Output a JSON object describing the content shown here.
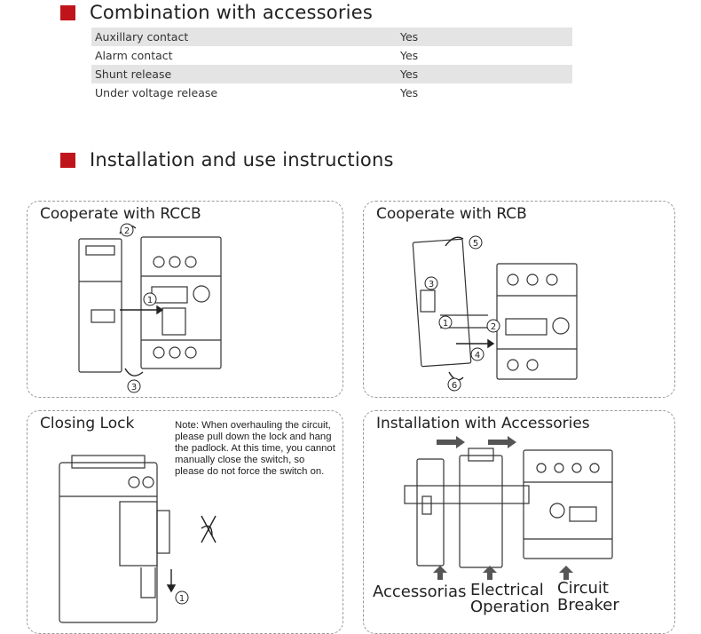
{
  "section1": {
    "title": "Combination with accessories"
  },
  "spec_table": [
    {
      "name": "Auxillary contact",
      "value": "Yes"
    },
    {
      "name": "Alarm contact",
      "value": "Yes"
    },
    {
      "name": "Shunt release",
      "value": "Yes"
    },
    {
      "name": "Under voltage release",
      "value": "Yes"
    }
  ],
  "section2": {
    "title": "Installation and use instructions"
  },
  "panels": {
    "rccb": {
      "title": "Cooperate with RCCB",
      "steps": [
        "1",
        "2",
        "3"
      ]
    },
    "rcb": {
      "title": "Cooperate with RCB",
      "steps": [
        "1",
        "2",
        "3",
        "4",
        "5",
        "6"
      ]
    },
    "lock": {
      "title": "Closing Lock",
      "note": "Note: When overhauling the circuit, please pull down the lock and hang the padlock. At this time, you cannot manually close the switch, so please do not force the switch on.",
      "steps": [
        "1"
      ]
    },
    "accessories": {
      "title": "Installation with Accessories",
      "labels": {
        "accessories": "Accessorias",
        "electrical": "Electrical Operation",
        "breaker": "Circuit Breaker"
      }
    }
  },
  "colors": {
    "accent": "#c0141b",
    "row_shade": "#e4e4e4",
    "arrow": "#555555"
  }
}
